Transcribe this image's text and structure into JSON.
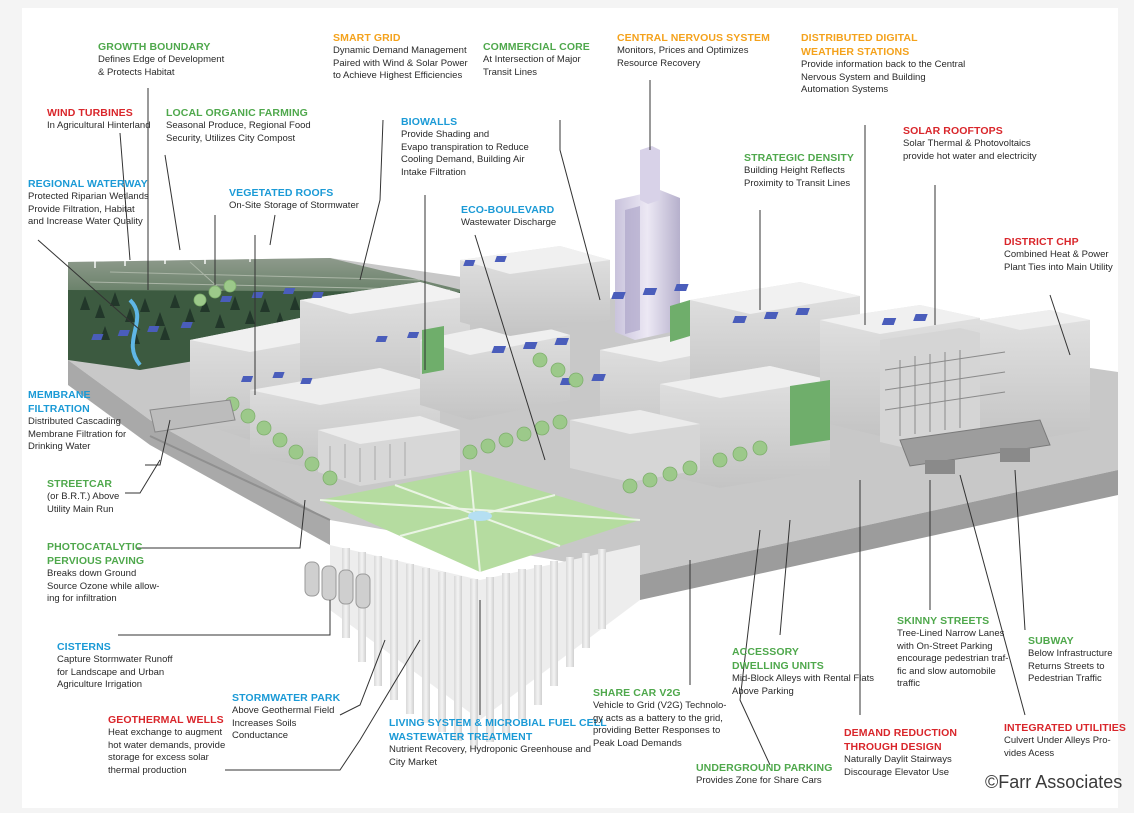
{
  "palette": {
    "green": "#4fa84c",
    "orange": "#f4a21c",
    "red": "#d9262b",
    "blue": "#1b9ad6",
    "solar_panel": "#4a5dbb",
    "living_wall": "#6fae6b",
    "building": "#dcdcdc",
    "lawn": "#a6d38c",
    "trees": "#2f4a33"
  },
  "callouts": {
    "growth_boundary": {
      "title": "GROWTH BOUNDARY",
      "desc": "Defines Edge of Development\n& Protects Habitat"
    },
    "wind_turbines": {
      "title": "WIND TURBINES",
      "desc": "In Agricultural Hinterland"
    },
    "local_organic_farming": {
      "title": "LOCAL ORGANIC FARMING",
      "desc": "Seasonal Produce, Regional Food\nSecurity, Utilizes City Compost"
    },
    "regional_waterway": {
      "title": "REGIONAL WATERWAY",
      "desc": "Protected Riparian Wetlands\nProvide Filtration, Habitat\nand Increase Water Quality"
    },
    "vegetated_roofs": {
      "title": "VEGETATED ROOFS",
      "desc": "On-Site Storage of Stormwater"
    },
    "smart_grid": {
      "title": "SMART GRID",
      "desc": "Dynamic Demand Management\nPaired with Wind & Solar Power\nto Achieve Highest Efficiencies"
    },
    "commercial_core": {
      "title": "COMMERCIAL CORE",
      "desc": "At Intersection of Major\nTransit Lines"
    },
    "biowalls": {
      "title": "BIOWALLS",
      "desc": "Provide Shading and\nEvapo transpiration to Reduce\nCooling Demand, Building Air\nIntake Filtration"
    },
    "eco_boulevard": {
      "title": "ECO-BOULEVARD",
      "desc": "Wastewater Discharge"
    },
    "central_nervous_system": {
      "title": "CENTRAL NERVOUS SYSTEM",
      "desc": "Monitors, Prices and Optimizes\nResource Recovery"
    },
    "distributed_digital_weather_stations": {
      "title": "DISTRIBUTED DIGITAL\nWEATHER STATIONS",
      "desc": "Provide information back to the Central\nNervous System and Building\nAutomation Systems"
    },
    "strategic_density": {
      "title": "STRATEGIC DENSITY",
      "desc": "Building Height Reflects\nProximity to Transit Lines"
    },
    "solar_rooftops": {
      "title": "SOLAR ROOFTOPS",
      "desc": "Solar Thermal & Photovoltaics\nprovide hot water and electricity"
    },
    "district_chp": {
      "title": "DISTRICT CHP",
      "desc": "Combined Heat & Power\nPlant Ties into Main Utility"
    },
    "membrane_filtration": {
      "title": "MEMBRANE\nFILTRATION",
      "desc": "Distributed Cascading\nMembrane Filtration for\nDrinking Water"
    },
    "streetcar": {
      "title": "STREETCAR",
      "desc": "(or B.R.T.) Above\nUtility Main Run"
    },
    "photocatalytic_pervious_paving": {
      "title": "PHOTOCATALYTIC\nPERVIOUS PAVING",
      "desc": "Breaks down Ground\nSource Ozone while allow-\ning for infiltration"
    },
    "cisterns": {
      "title": "CISTERNS",
      "desc": "Capture Stormwater Runoff\nfor Landscape and Urban\nAgriculture Irrigation"
    },
    "stormwater_park": {
      "title": "STORMWATER PARK",
      "desc": "Above Geothermal Field\nIncreases Soils\nConductance"
    },
    "geothermal_wells": {
      "title": "GEOTHERMAL WELLS",
      "desc": "Heat exchange to augment\nhot water demands, provide\nstorage for excess solar\nthermal production"
    },
    "living_system": {
      "title": "LIVING SYSTEM & MICROBIAL FUEL CELL\nWASTEWATER TREATMENT",
      "desc": "Nutrient Recovery, Hydroponic Greenhouse and\nCity Market"
    },
    "share_car_v2g": {
      "title": "SHARE CAR V2G",
      "desc": "Vehicle to Grid (V2G) Technolo-\ngy acts as a battery to the grid,\nproviding Better Responses to\nPeak Load Demands"
    },
    "accessory_dwelling_units": {
      "title": "ACCESSORY\nDWELLING UNITS",
      "desc": "Mid-Block Alleys with Rental Flats\nAbove Parking"
    },
    "underground_parking": {
      "title": "UNDERGROUND PARKING",
      "desc": "Provides Zone for Share Cars"
    },
    "skinny_streets": {
      "title": "SKINNY STREETS",
      "desc": "Tree-Lined Narrow Lanes\nwith On-Street Parking\nencourage pedestrian traf-\nfic and slow automobile\ntraffic"
    },
    "demand_reduction": {
      "title": "DEMAND REDUCTION\nTHROUGH DESIGN",
      "desc": "Naturally Daylit Stairways\nDiscourage Elevator Use"
    },
    "subway": {
      "title": "SUBWAY",
      "desc": "Below Infrastructure\nReturns Streets to\nPedestrian Traffic"
    },
    "integrated_utilities": {
      "title": "INTEGRATED UTILITIES",
      "desc": "Culvert Under Alleys Pro-\nvides Acess"
    }
  },
  "copyright": "©Farr Associates"
}
